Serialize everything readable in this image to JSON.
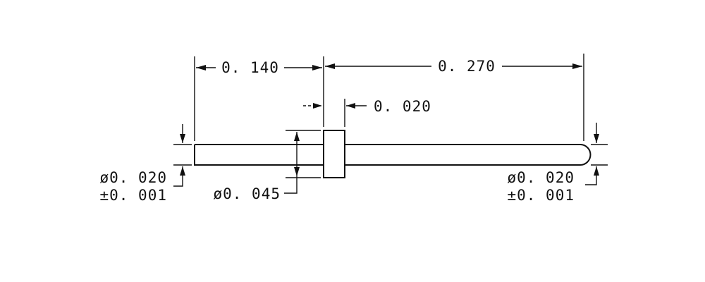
{
  "dimensions": {
    "left_length": "0. 140",
    "right_length": "0. 270",
    "collar_width": "0. 020",
    "collar_diameter": "ø0. 045",
    "left_diameter_line1": "ø0. 020",
    "left_diameter_line2": "±0. 001",
    "right_diameter_line1": "ø0. 020",
    "right_diameter_line2": "±0. 001"
  }
}
